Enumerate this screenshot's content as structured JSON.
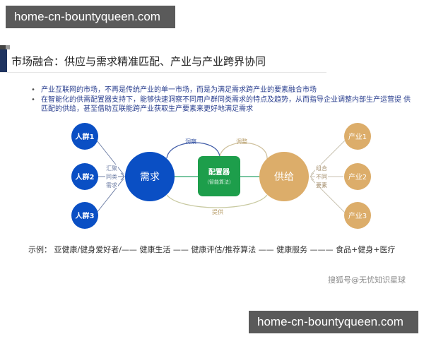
{
  "watermark": {
    "top_text": "home-cn-bountyqueen.com",
    "bottom_text": "home-cn-bountyqueen.com"
  },
  "slide": {
    "title": "市场融合：供应与需求精准匹配、产业与产业跨界协同",
    "bullets": [
      "产业互联网的市场，不再是传统产业的单一市场，而是为满足需求跨产业的要素融合市场",
      "在智能化的供需配置器支持下，能够快速洞察不同用户群同类需求的特点及趋势，从而指导企业调整内部生产运营提 供匹配的供给，甚至借助互联能跨产业获取生产要素来更好地满足需求"
    ]
  },
  "diagram": {
    "user_groups": [
      "人群1",
      "人群2",
      "人群3"
    ],
    "aggregate_label": [
      "汇聚",
      "同类",
      "需求"
    ],
    "demand": "需求",
    "configurator": {
      "title": "配置器",
      "subtitle": "（智能算法）"
    },
    "supply": "供给",
    "combine_label": [
      "组合",
      "不同",
      "要素"
    ],
    "industries": [
      "产业1",
      "产业2",
      "产业3"
    ],
    "arc_labels": {
      "insight": "洞察",
      "adjust": "调整",
      "provide": "提供"
    },
    "colors": {
      "blue": "#0a4fc4",
      "green": "#1d9e4b",
      "gold": "#dcad6a",
      "insight_line": "#3e5aa6",
      "adjust_line": "#cdbf9a",
      "connector_green": "#2aa36a"
    }
  },
  "example": {
    "label": "示例：",
    "text": "亚健康/健身爱好者/—— 健康生活 —— 健康评估/推荐算法 —— 健康服务 ——— 食品+健身+医疗"
  },
  "source": "搜狐号@无忧知识星球"
}
